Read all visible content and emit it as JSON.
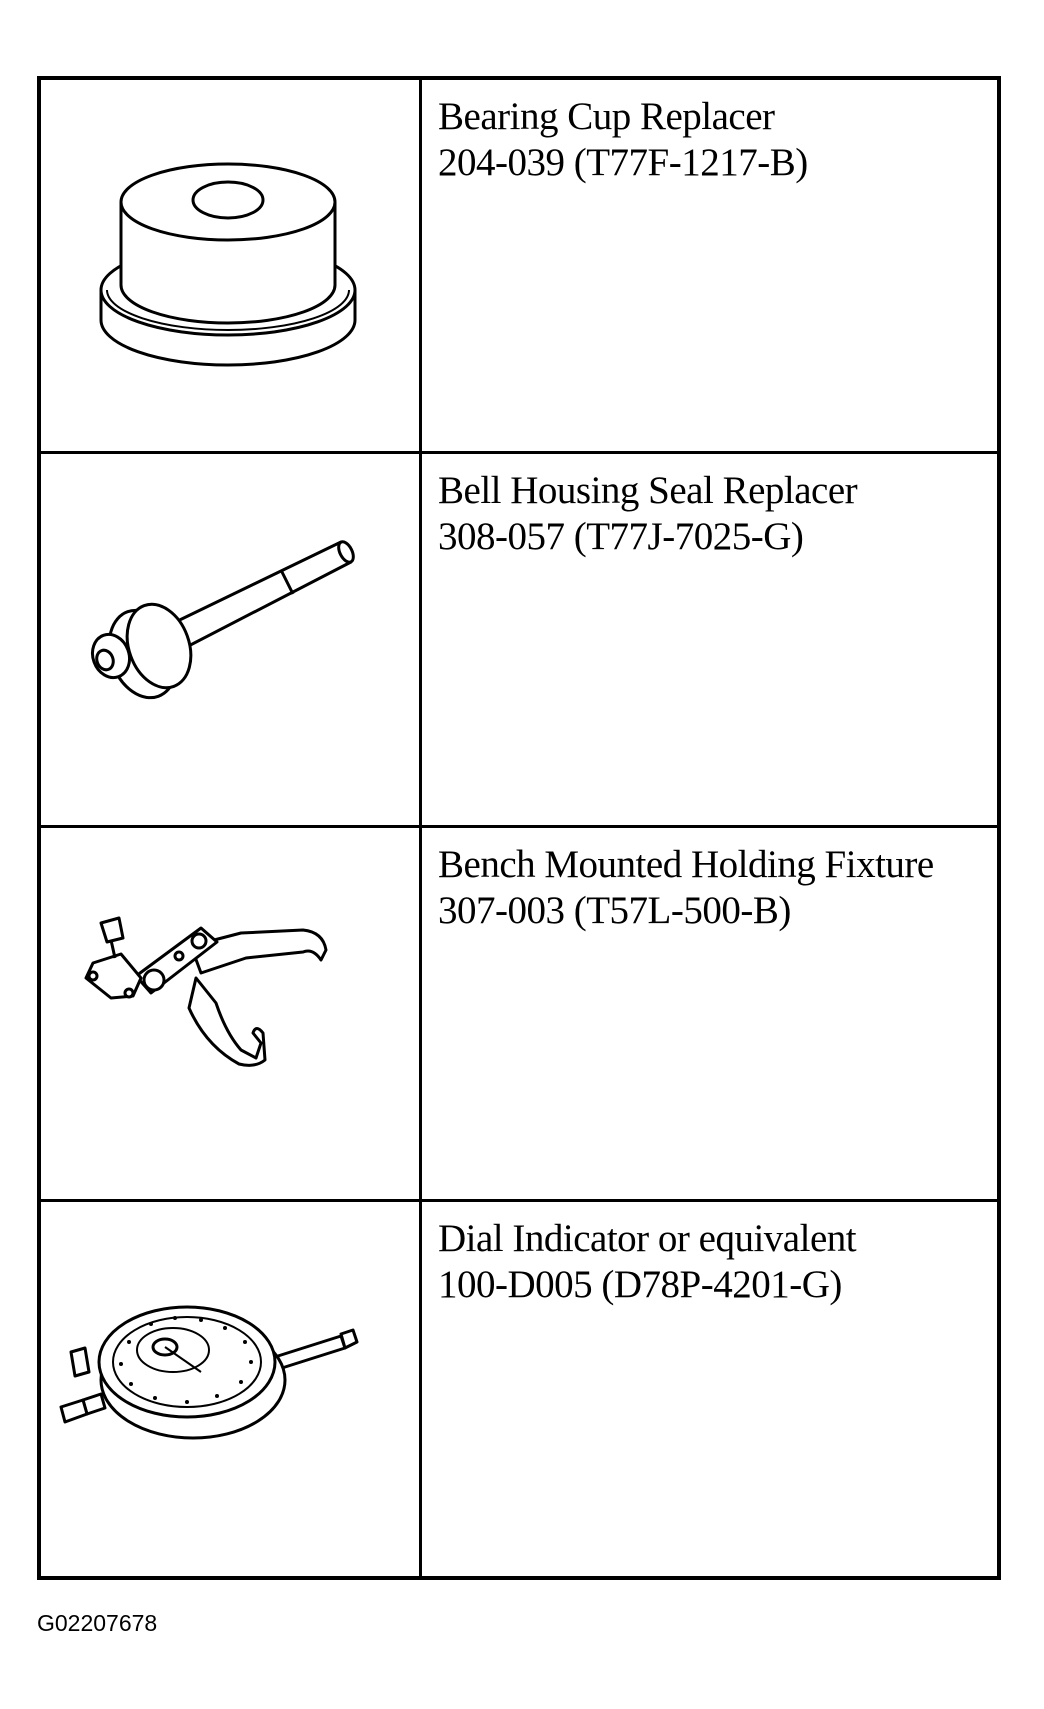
{
  "tools": [
    {
      "name": "Bearing Cup Replacer",
      "number": "204-039 (T77F-1217-B)",
      "icon": "bearing-cup-replacer-icon"
    },
    {
      "name": "Bell Housing Seal Replacer",
      "number": "308-057 (T77J-7025-G)",
      "icon": "bell-housing-seal-replacer-icon"
    },
    {
      "name": "Bench Mounted Holding Fixture",
      "number": "307-003 (T57L-500-B)",
      "icon": "holding-fixture-icon"
    },
    {
      "name": "Dial Indicator or equivalent",
      "number": "100-D005 (D78P-4201-G)",
      "icon": "dial-indicator-icon"
    }
  ],
  "figure_code": "G02207678"
}
